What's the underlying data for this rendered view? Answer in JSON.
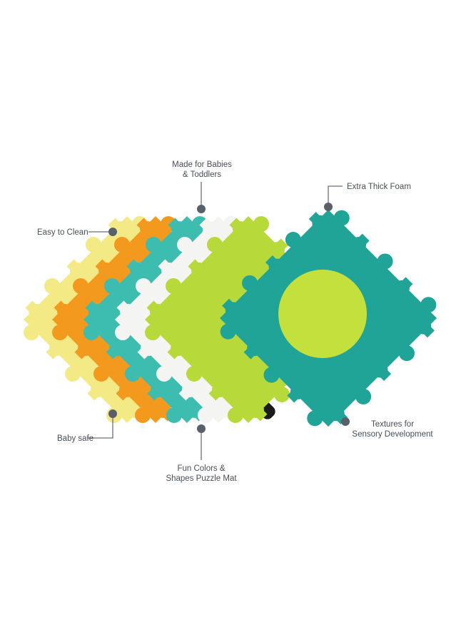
{
  "callouts": {
    "easy_to_clean": "Easy to Clean",
    "made_for_babies_line1": "Made for Babies",
    "made_for_babies_line2": "& Toddlers",
    "extra_thick_foam": "Extra Thick Foam",
    "baby_safe": "Baby safe",
    "fun_colors_line1": "Fun Colors &",
    "fun_colors_line2": "Shapes Puzzle Mat",
    "textures_line1": "Textures for",
    "textures_line2": "Sensory Development"
  },
  "colors": {
    "background": "#ffffff",
    "label_text": "#4a4f55",
    "callout_dot": "#5a6068",
    "leader_line": "#6b7078",
    "tile_yellow": "#f3ea86",
    "tile_orange": "#f39a1e",
    "tile_teal": "#3dbcb0",
    "tile_white": "#f4f4f2",
    "tile_lime": "#b7d93a",
    "tile_teal_dark": "#1fa497",
    "circle_lime": "#c4e03c",
    "gap_dark": "#1a1a1a"
  }
}
